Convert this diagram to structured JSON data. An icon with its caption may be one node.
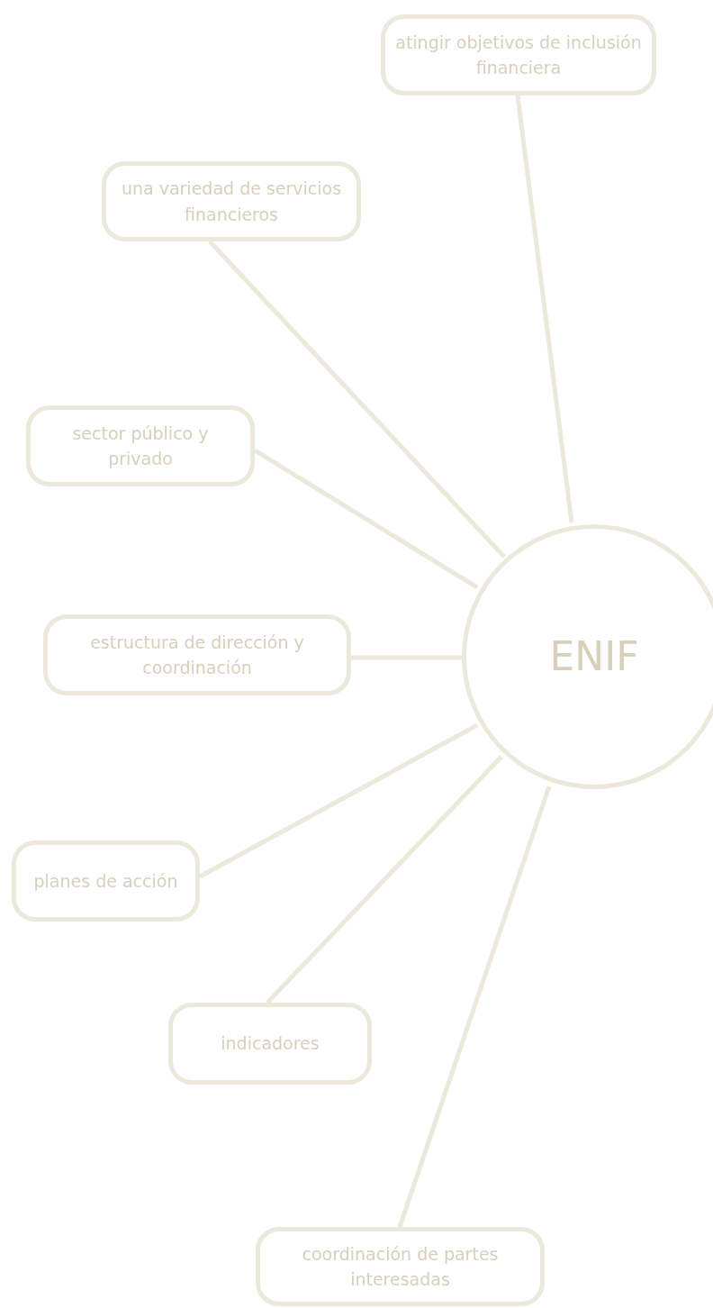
{
  "diagram": {
    "nodes": [
      {
        "text": [
          "ENIF"
        ]
      },
      {
        "text": [
          "atingir objetivos de inclusión financiera"
        ]
      },
      {
        "text": [
          "una variedad de servicios financieros"
        ]
      },
      {
        "text": [
          "sector público y privado"
        ]
      },
      {
        "text": [
          "estructura de dirección y coordinación"
        ]
      },
      {
        "text": [
          "planes de acción"
        ]
      },
      {
        "text": [
          "indicadores"
        ]
      },
      {
        "text": [
          "coordinación de partes interesadas"
        ]
      }
    ],
    "edges": [
      {
        "from": 0,
        "to": 1,
        "arrow": "none"
      },
      {
        "from": 0,
        "to": 2,
        "arrow": "none"
      },
      {
        "from": 0,
        "to": 3,
        "arrow": "none"
      },
      {
        "from": 0,
        "to": 4,
        "arrow": "none"
      },
      {
        "from": 0,
        "to": 5,
        "arrow": "none"
      },
      {
        "from": 0,
        "to": 6,
        "arrow": "none"
      },
      {
        "from": 0,
        "to": 7,
        "arrow": "none"
      }
    ]
  }
}
